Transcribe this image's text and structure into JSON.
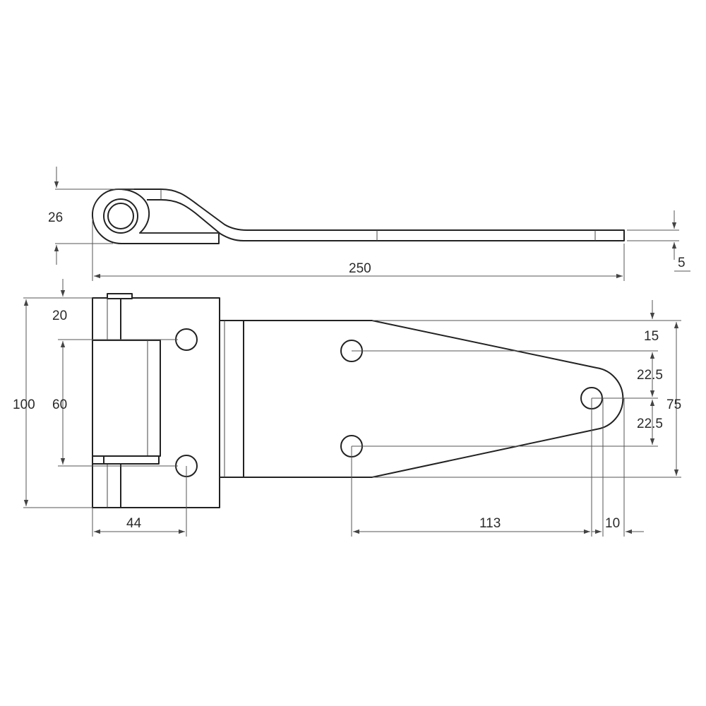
{
  "dimensions": {
    "side_height": "26",
    "total_length": "250",
    "thickness": "5",
    "top_offset": "20",
    "overall_height": "100",
    "hole_pitch_left": "60",
    "hole_offset_left": "44",
    "leaf_top_offset": "15",
    "leaf_half_pitch_top": "22.5",
    "leaf_half_pitch_bottom": "22.5",
    "leaf_height": "75",
    "leaf_hole_distance": "113",
    "tip_radius": "10"
  },
  "colors": {
    "line": "#222222",
    "dimension": "#555555",
    "background": "#ffffff"
  }
}
